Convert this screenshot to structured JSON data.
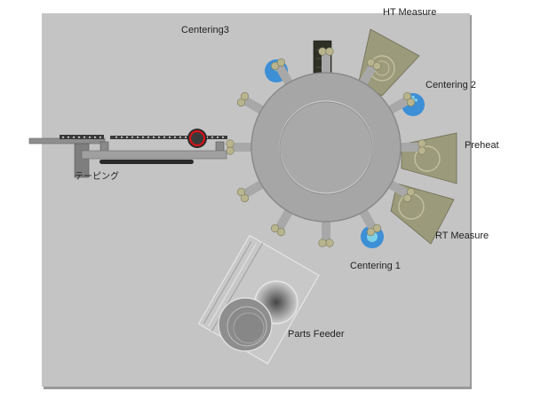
{
  "diagram": {
    "title": "Rotary turret test handler layout",
    "colors": {
      "panel": "#c4c4c4",
      "panel_shadow": "#9a9a9a",
      "turret": "#a6a6a6",
      "arm": "#a8a8a8",
      "nozzle": "#b7b48e",
      "station": "#9b9a7a",
      "centering": "#3d8fd6",
      "centering_inner": "#7ed0e8",
      "dark_block": "#2e3025",
      "taping_wheel": "#d4141a"
    },
    "labels": {
      "centering3": "Centering3",
      "ht_measure": "HT Measure",
      "centering2": "Centering 2",
      "preheat": "Preheat",
      "rt_measure": "RT Measure",
      "centering1": "Centering 1",
      "parts_feeder": "Parts Feeder",
      "taping": "テーピング"
    },
    "turret_arm_count": 12
  }
}
